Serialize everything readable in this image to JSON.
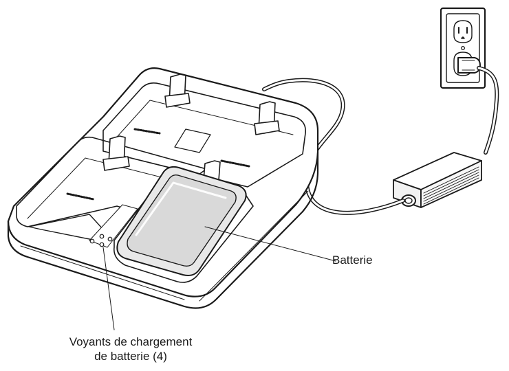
{
  "labels": {
    "battery": "Batterie",
    "leds_line1": "Voyants de chargement",
    "leds_line2": "de batterie (4)"
  },
  "colors": {
    "line": "#1a1a1a",
    "device_fill": "#ffffff",
    "battery_fill": "#e8e8e8",
    "battery_top": "#d9d9d9",
    "adapter_fill": "#f2f2f2"
  }
}
